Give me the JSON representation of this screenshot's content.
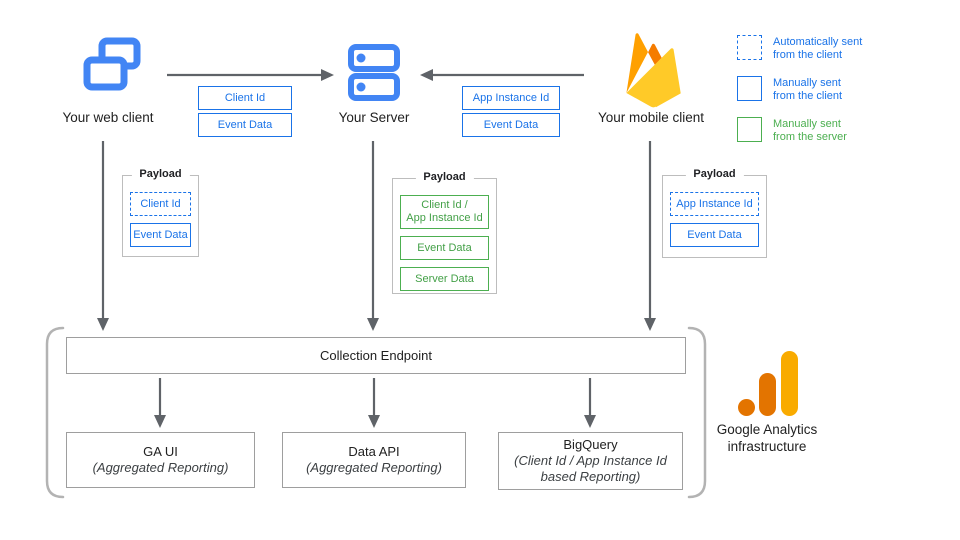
{
  "colors": {
    "icon_blue": "#4285f4",
    "accent_blue": "#1a73e8",
    "accent_green": "#4caf50",
    "arrow_gray": "#5f6368",
    "bracket_gray": "#b3b3b3",
    "ga_orange": "#e37400",
    "ga_amber": "#f9ab00",
    "firebase_yellow": "#ffca28",
    "firebase_orange": "#ffa000"
  },
  "nodes": {
    "web_client": {
      "label": "Your web client"
    },
    "server": {
      "label": "Your Server"
    },
    "mobile_client": {
      "label": "Your mobile client"
    }
  },
  "flows": {
    "web_to_server": {
      "tags": [
        "Client Id",
        "Event Data"
      ]
    },
    "mobile_to_server": {
      "tags": [
        "App Instance Id",
        "Event Data"
      ]
    }
  },
  "legend": {
    "items": [
      {
        "swatch": "dashed-blue",
        "label": "Automatically sent\nfrom the client"
      },
      {
        "swatch": "solid-blue",
        "label": "Manually sent\nfrom the client"
      },
      {
        "swatch": "solid-green",
        "label": "Manually sent\nfrom the server"
      }
    ]
  },
  "payloads": {
    "web": {
      "title": "Payload",
      "items": [
        {
          "label": "Client Id",
          "style": "blue-dashed"
        },
        {
          "label": "Event Data",
          "style": "blue-solid"
        }
      ]
    },
    "server": {
      "title": "Payload",
      "items": [
        {
          "label": "Client Id /\nApp Instance Id",
          "style": "green-solid"
        },
        {
          "label": "Event Data",
          "style": "green-solid"
        },
        {
          "label": "Server Data",
          "style": "green-solid"
        }
      ]
    },
    "mobile": {
      "title": "Payload",
      "items": [
        {
          "label": "App Instance Id",
          "style": "blue-dashed"
        },
        {
          "label": "Event Data",
          "style": "blue-solid"
        }
      ]
    }
  },
  "infrastructure": {
    "endpoint_label": "Collection Endpoint",
    "outputs": [
      {
        "name": "GA UI",
        "detail": "(Aggregated Reporting)"
      },
      {
        "name": "Data API",
        "detail": "(Aggregated Reporting)"
      },
      {
        "name": "BigQuery",
        "detail": "(Client Id / App Instance Id\nbased Reporting)"
      }
    ],
    "caption": "Google Analytics\ninfrastructure"
  }
}
